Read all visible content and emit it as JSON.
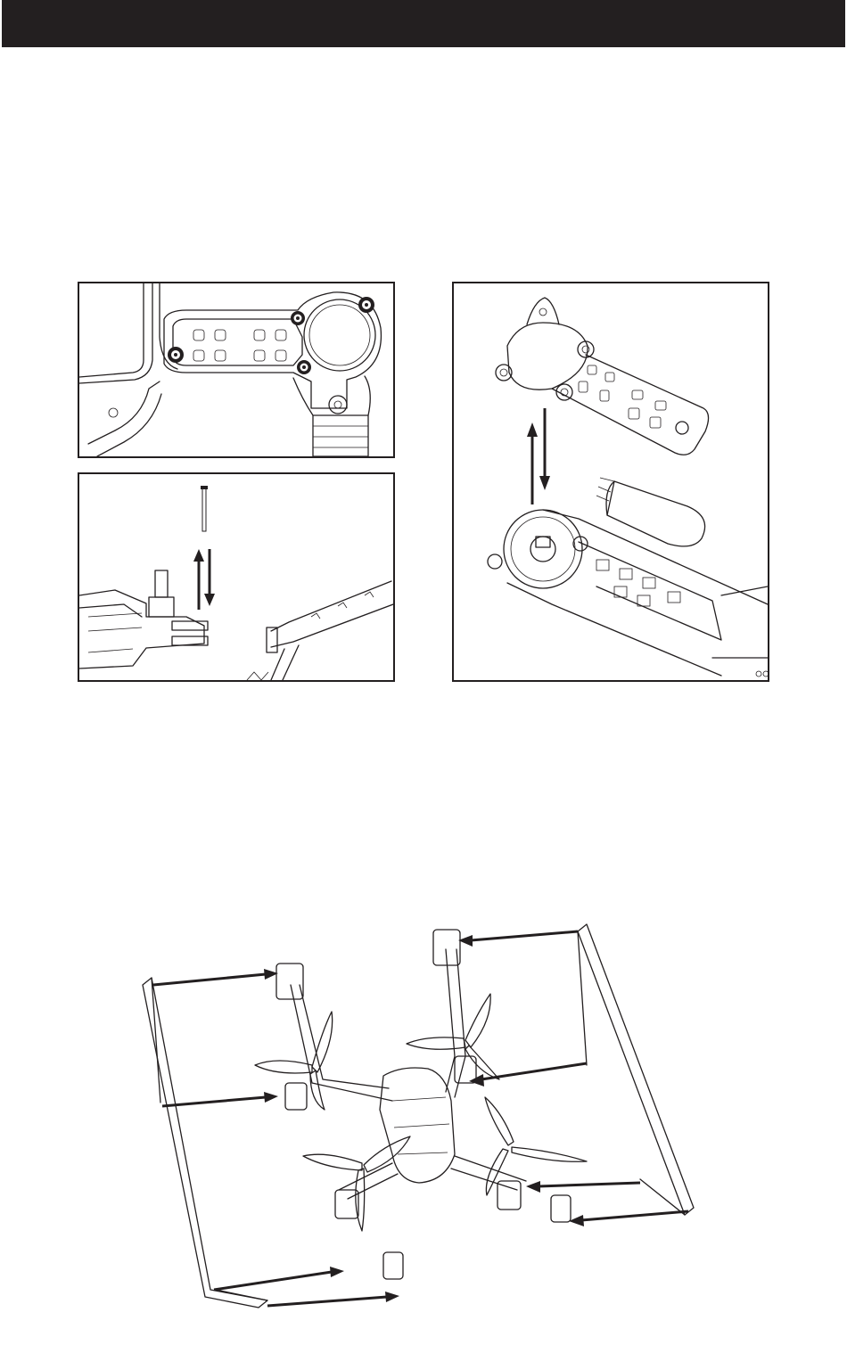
{
  "page": {
    "header_bar_color": "#231f20",
    "figures": [
      {
        "id": "arm-cover-screws",
        "icons": [
          "screw-icon",
          "screw-icon",
          "screw-icon",
          "screw-icon"
        ]
      },
      {
        "id": "hinge-pin-removal",
        "icons": [
          "pin-icon",
          "up-arrow-icon",
          "down-arrow-icon"
        ]
      },
      {
        "id": "motor-cover-removal",
        "icons": [
          "motor-icon",
          "up-arrow-icon",
          "down-arrow-icon"
        ]
      },
      {
        "id": "drone-arm-overview",
        "icons": [
          "drone-icon",
          "propeller-icon",
          "callout-arrow-icon"
        ]
      }
    ]
  }
}
